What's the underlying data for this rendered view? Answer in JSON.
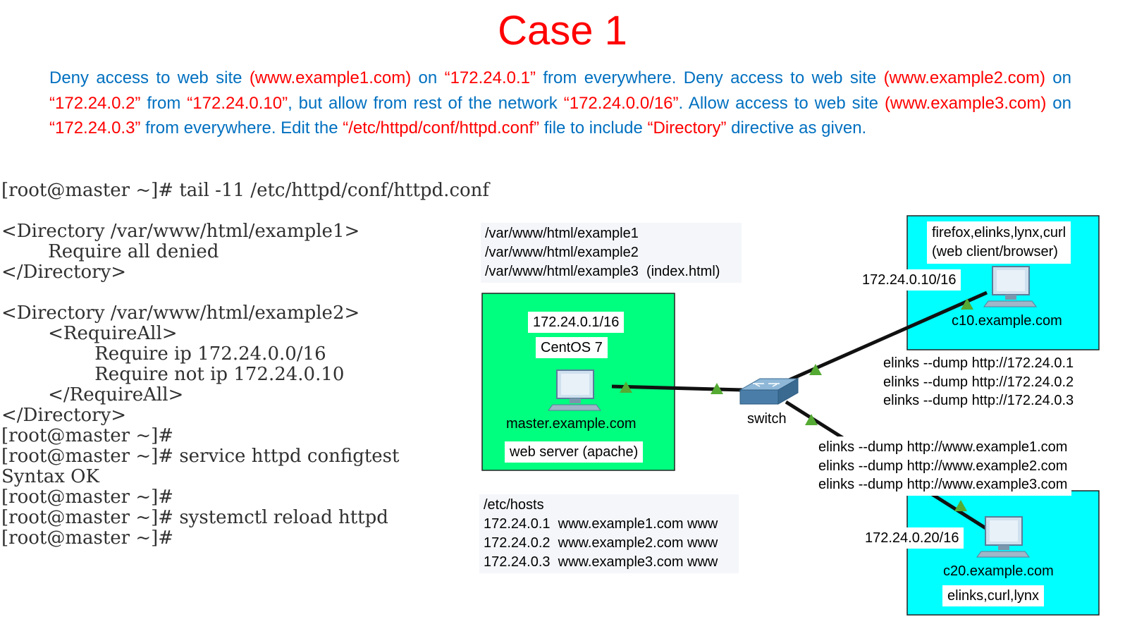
{
  "title": "Case 1",
  "paragraph": {
    "p1": "Deny access to web site ",
    "r1": "(www.example1.com)",
    "p2": " on ",
    "r2": "“172.24.0.1”",
    "p3": " from everywhere. Deny access to web site ",
    "r3": "(www.example2.com)",
    "p4": " on ",
    "r4": "“172.24.0.2”",
    "p5": " from ",
    "r5": "“172.24.0.10”",
    "p6": ", but allow from rest of the network ",
    "r6": "“172.24.0.0/16”",
    "p7": ". Allow access to web site ",
    "r7": "(www.example3.com)",
    "p8": " on ",
    "r8": "“172.24.0.3”",
    "p9": " from everywhere. Edit the ",
    "r9": "“/etc/httpd/conf/httpd.conf”",
    "p10": " file to include ",
    "r10": "“Directory”",
    "p11": " directive as given."
  },
  "terminal": [
    "[root@master ~]# tail -11 /etc/httpd/conf/httpd.conf",
    "",
    "<Directory /var/www/html/example1>",
    "        Require all denied",
    "</Directory>",
    "",
    "<Directory /var/www/html/example2>",
    "        <RequireAll>",
    "                Require ip 172.24.0.0/16",
    "                Require not ip 172.24.0.10",
    "        </RequireAll>",
    "</Directory>",
    "[root@master ~]#",
    "[root@master ~]# service httpd configtest",
    "Syntax OK",
    "[root@master ~]#",
    "[root@master ~]# systemctl reload httpd",
    "[root@master ~]#"
  ],
  "diagram": {
    "docroots": [
      "/var/www/html/example1",
      "/var/www/html/example2",
      "/var/www/html/example3  (index.html)"
    ],
    "master": {
      "ip": "172.24.0.1/16",
      "os": "CentOS 7",
      "hostname": "master.example.com",
      "role": "web server (apache)"
    },
    "switch_label": "switch",
    "hosts_file": [
      "/etc/hosts",
      "172.24.0.1  www.example1.com www",
      "172.24.0.2  www.example2.com www",
      "172.24.0.3  www.example3.com www"
    ],
    "c10": {
      "tools": [
        "firefox,elinks,lynx,curl",
        "(web client/browser)"
      ],
      "ip": "172.24.0.10/16",
      "hostname": "c10.example.com"
    },
    "ip_cmds": [
      "elinks --dump http://172.24.0.1",
      "elinks --dump http://172.24.0.2",
      "elinks --dump http://172.24.0.3"
    ],
    "name_cmds": [
      "elinks --dump http://www.example1.com",
      "elinks --dump http://www.example2.com",
      "elinks --dump http://www.example3.com"
    ],
    "c20": {
      "ip": "172.24.0.20/16",
      "hostname": "c20.example.com",
      "tools": "elinks,curl,lynx"
    },
    "colors": {
      "server_bg": "#00ff7f",
      "client_bg": "#00ffff",
      "link_up": "#55aa33",
      "title": "#ff0000",
      "text_blue": "#0070c0"
    }
  }
}
